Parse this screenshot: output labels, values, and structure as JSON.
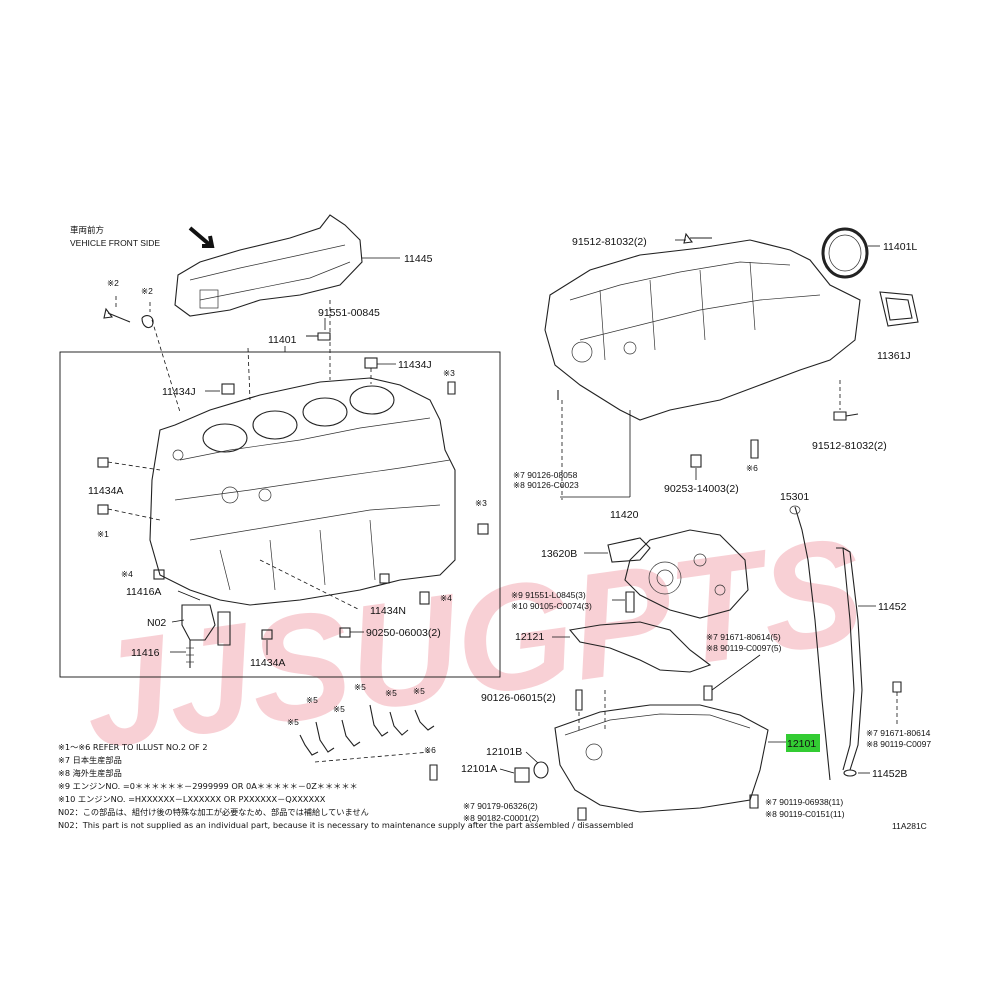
{
  "front_side": {
    "jp": "車両前方",
    "en": "VEHICLE FRONT SIDE"
  },
  "refs": {
    "r2": "※2",
    "r3": "※3",
    "r1": "※1",
    "r4": "※4",
    "r5": "※5",
    "r6": "※6"
  },
  "labels": {
    "p11445": "11445",
    "p91551_00845": "91551-00845",
    "p11401": "11401",
    "p11434J_a": "11434J",
    "p11434J_b": "11434J",
    "p11434A_a": "11434A",
    "p11434A_b": "11434A",
    "p11416A": "11416A",
    "pN02": "N02",
    "p11416": "11416",
    "p11434N": "11434N",
    "p90250": "90250-06003(2)",
    "p91512_top": "91512-81032(2)",
    "p11401L": "11401L",
    "p11361J": "11361J",
    "p91512_right": "91512-81032(2)",
    "p90126_08058": "※7 90126-08058",
    "p90126_C0023": "※8 90126-C0023",
    "p90253": "90253-14003(2)",
    "p11420": "11420",
    "p15301": "15301",
    "p13620B": "13620B",
    "p91551_L0845": "※9 91551-L0845(3)",
    "p90105": "※10 90105-C0074(3)",
    "p12121": "12121",
    "p91671_806145": "※7 91671-80614(5)",
    "p90119_C00975": "※8 90119-C0097(5)",
    "p11452": "11452",
    "p90126_06015": "90126-06015(2)",
    "p12101": "12101",
    "p12101B": "12101B",
    "p12101A": "12101A",
    "p91671_80614": "※7 91671-80614",
    "p90119_C0097": "※8 90119-C0097",
    "p11452B": "11452B",
    "p90179": "※7 90179-06326(2)",
    "p90182": "※8 90182-C0001(2)",
    "p90119_06938": "※7 90119-06938(11)",
    "p90119_C0151": "※8 90119-C0151(11)",
    "ref_code": "11A281C"
  },
  "notes": [
    "※1～※6  REFER TO ILLUST NO.2 OF 2",
    "※7 日本生産部品",
    "※8 海外生産部品",
    "※9 エンジンNO. =0＊＊＊＊＊＊－2999999  OR  0A＊＊＊＊＊－0Z＊＊＊＊＊",
    "※10 エンジンNO. =HXXXXXX－LXXXXXX  OR  PXXXXXX－QXXXXXX",
    "N02：この部品は、組付け後の特殊な加工が必要なため、部品では補給していません",
    "N02：This part is not supplied as an individual part, because it is necessary to maintenance supply after the part assembled / disassembled"
  ],
  "highlight_color": "#33cc33",
  "watermark_color": "#f08090",
  "watermark": "JJSUGPTS"
}
